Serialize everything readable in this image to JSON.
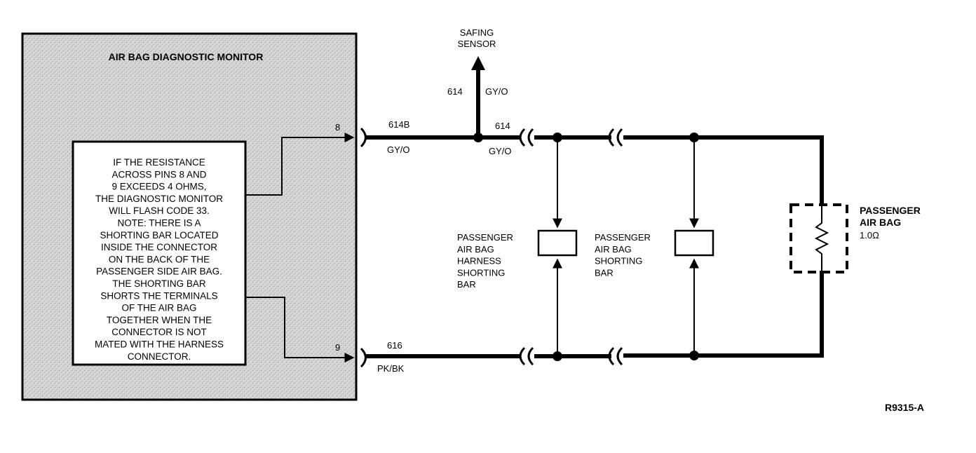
{
  "monitor": {
    "title": "AIR BAG DIAGNOSTIC MONITOR",
    "pin_top": "8",
    "pin_bottom": "9",
    "note_lines": [
      "IF THE RESISTANCE",
      "ACROSS PINS 8 AND",
      "9 EXCEEDS 4 OHMS,",
      "THE DIAGNOSTIC MONITOR",
      "WILL FLASH CODE 33.",
      "NOTE: THERE IS A",
      "SHORTING BAR LOCATED",
      "INSIDE THE CONNECTOR",
      "ON THE BACK OF THE",
      "PASSENGER SIDE AIR BAG.",
      "THE SHORTING BAR",
      "SHORTS THE TERMINALS",
      "OF THE AIR BAG",
      "TOGETHER WHEN THE",
      "CONNECTOR IS NOT",
      "MATED WITH THE HARNESS",
      "CONNECTOR."
    ]
  },
  "safing_sensor": {
    "line1": "SAFING",
    "line2": "SENSOR"
  },
  "wires": {
    "w614b_circuit": "614B",
    "w614b_color": "GY/O",
    "riser_circuit": "614",
    "riser_color": "GY/O",
    "w614_circuit": "614",
    "w614_color": "GY/O",
    "w616_circuit": "616",
    "w616_color": "PK/BK"
  },
  "harness_shorting_bar": {
    "lines": [
      "PASSENGER",
      "AIR BAG",
      "HARNESS",
      "SHORTING",
      "BAR"
    ]
  },
  "airbag_shorting_bar": {
    "lines": [
      "PASSENGER",
      "AIR BAG",
      "SHORTING",
      "BAR"
    ]
  },
  "passenger_airbag": {
    "line1": "PASSENGER",
    "line2": "AIR BAG",
    "resistance": "1.0Ω"
  },
  "figure_id": "R9315-A"
}
